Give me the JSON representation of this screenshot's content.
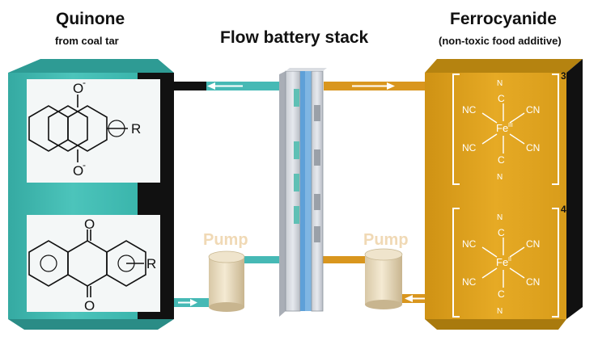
{
  "left_tank": {
    "title": "Quinone",
    "subtitle": "from coal tar",
    "color": "#3cb9b0",
    "top_molecule": {
      "top_atom": "O",
      "bottom_atom": "O",
      "charge": "-",
      "substituent": "R"
    },
    "bottom_molecule": {
      "top_atom": "O",
      "bottom_atom": "O",
      "substituent": "R"
    }
  },
  "stack": {
    "title": "Flow battery stack"
  },
  "right_tank": {
    "title": "Ferrocyanide",
    "subtitle": "(non-toxic food additive)",
    "color": "#e0a41c",
    "top_complex": {
      "charge": "3-",
      "metal": "Fe",
      "oxidation": "III",
      "ligand": "NC",
      "ligand_alt": "CN"
    },
    "bottom_complex": {
      "charge": "4-",
      "metal": "Fe",
      "oxidation": "II",
      "ligand": "NC",
      "ligand_alt": "CN"
    }
  },
  "pumps": {
    "left_label": "Pump",
    "right_label": "Pump",
    "label_color": "#f0d9b5"
  },
  "pipes": {
    "teal": "#46b9b5",
    "orange": "#d9961e"
  }
}
